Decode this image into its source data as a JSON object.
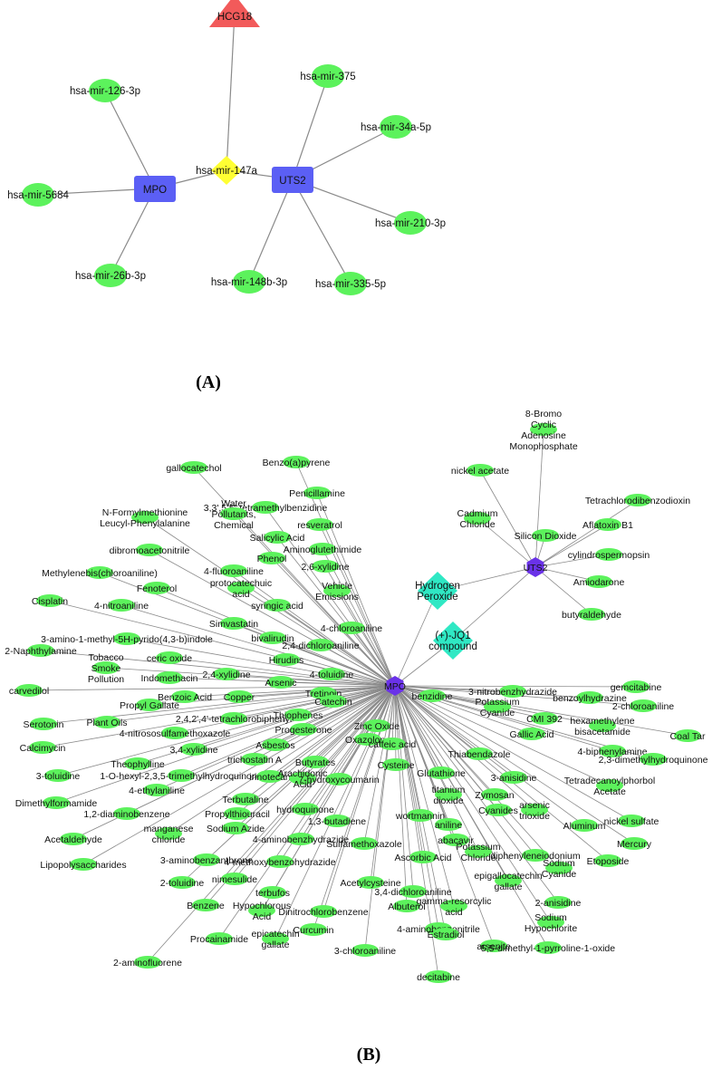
{
  "colors": {
    "gene": "#5b5ff5",
    "mirna": "#5cf25c",
    "hub_mirna": "#ffff33",
    "disease": "#f25a5a",
    "chemical": "#5cf25c",
    "target_hex": "#6a32e8",
    "compound": "#2fe8c4",
    "edge": "#8a8a8a"
  },
  "panel_a": {
    "label": "(A)",
    "nodes": [
      {
        "id": "HCG18",
        "label": "HCG18",
        "kind": "disease"
      },
      {
        "id": "hsa-mir-147a",
        "label": "hsa-mir-147a",
        "kind": "hub_mirna"
      },
      {
        "id": "MPO",
        "label": "MPO",
        "kind": "gene"
      },
      {
        "id": "UTS2",
        "label": "UTS2",
        "kind": "gene"
      },
      {
        "id": "hsa-mir-126-3p",
        "label": "hsa-mir-126-3p",
        "kind": "mirna"
      },
      {
        "id": "hsa-mir-5684",
        "label": "hsa-mir-5684",
        "kind": "mirna"
      },
      {
        "id": "hsa-mir-26b-3p",
        "label": "hsa-mir-26b-3p",
        "kind": "mirna"
      },
      {
        "id": "hsa-mir-375",
        "label": "hsa-mir-375",
        "kind": "mirna"
      },
      {
        "id": "hsa-mir-34a-5p",
        "label": "hsa-mir-34a-5p",
        "kind": "mirna"
      },
      {
        "id": "hsa-mir-210-3p",
        "label": "hsa-mir-210-3p",
        "kind": "mirna"
      },
      {
        "id": "hsa-mir-148b-3p",
        "label": "hsa-mir-148b-3p",
        "kind": "mirna"
      },
      {
        "id": "hsa-mir-335-5p",
        "label": "hsa-mir-335-5p",
        "kind": "mirna"
      }
    ],
    "edges": [
      [
        "HCG18",
        "hsa-mir-147a"
      ],
      [
        "hsa-mir-147a",
        "MPO"
      ],
      [
        "hsa-mir-147a",
        "UTS2"
      ],
      [
        "MPO",
        "hsa-mir-126-3p"
      ],
      [
        "MPO",
        "hsa-mir-5684"
      ],
      [
        "MPO",
        "hsa-mir-26b-3p"
      ],
      [
        "UTS2",
        "hsa-mir-375"
      ],
      [
        "UTS2",
        "hsa-mir-34a-5p"
      ],
      [
        "UTS2",
        "hsa-mir-210-3p"
      ],
      [
        "UTS2",
        "hsa-mir-148b-3p"
      ],
      [
        "UTS2",
        "hsa-mir-335-5p"
      ]
    ]
  },
  "panel_b": {
    "label": "(B)",
    "hub_mpo": "MPO",
    "hub_uts2": "UTS2",
    "compounds": [
      "Hydrogen Peroxide",
      "(+)-JQ1 compound"
    ],
    "uts2_chemicals": [
      "nickel acetate",
      "8-Bromo Cyclic Adenosine Monophosphate",
      "Tetrachlorodibenzodioxin",
      "Cadmium Chloride",
      "Silicon Dioxide",
      "Aflatoxin B1",
      "cylindrospermopsin",
      "Amiodarone",
      "butyraldehyde"
    ],
    "mpo_chemicals": [
      "gallocatechol",
      "Benzo(a)pyrene",
      "Penicillamine",
      "3,3',5,5'-tetramethylbenzidine",
      "N-Formylmethionine Leucyl-Phenylalanine",
      "Water Pollutants, Chemical",
      "resveratrol",
      "Salicylic Acid",
      "dibromoacetonitrile",
      "Aminoglutethimide",
      "Methylenebis(chloroaniline)",
      "4-fluoroaniline",
      "2,6-xylidine",
      "Phenol",
      "Fenoterol",
      "protocatechuic acid",
      "Vehicle Emissions",
      "Cisplatin",
      "4-nitroaniline",
      "syringic acid",
      "Simvastatin",
      "4-chloroaniline",
      "3-amino-1-methyl-5H-pyrido(4,3-b)indole",
      "bivalirudin",
      "2,4-dichloroaniline",
      "2-Naphthylamine",
      "ceric oxide",
      "Hirudins",
      "Tobacco Smoke Pollution",
      "2,4-xylidine",
      "4-toluidine",
      "Indomethacin",
      "Arsenic",
      "carvedilol",
      "Benzoic Acid",
      "Copper",
      "Tretinoin",
      "Propyl Gallate",
      "Catechin",
      "Serotonin",
      "Plant Oils",
      "2,4,2',4'-tetrachlorobiphenyl",
      "Thiophenes",
      "4-nitrososulfamethoxazole",
      "Progesterone",
      "Calcimycin",
      "Asbestos",
      "Zinc Oxide",
      "3,4-xylidine",
      "Oxazolone",
      "trichostatin A",
      "Butyrates",
      "caffeic acid",
      "Theophylline",
      "1-O-hexyl-2,3,5-trimethylhydroquinone",
      "3-toluidine",
      "Cysteine",
      "irinotecan",
      "Arachidonic Acid",
      "4-ethylaniline",
      "7-hydroxycoumarin",
      "Terbutaline",
      "Dimethylformamide",
      "Propylthiouracil",
      "hydroquinone",
      "1,2-diaminobenzene",
      "manganese chloride",
      "Sodium Azide",
      "1,3-butadiene",
      "Acetaldehyde",
      "wortmannin",
      "4-aminobenzhydrazide",
      "3-aminobenzanthrone",
      "Sulfamethoxazole",
      "Lipopolysaccharides",
      "4-methoxybenzohydrazide",
      "2-toluidine",
      "nimesulide",
      "Acetylcysteine",
      "Benzene",
      "terbufos",
      "Hypochlorous Acid",
      "Dinitrochlorobenzene",
      "Procainamide",
      "epicatechin gallate",
      "Curcumin",
      "2-aminofluorene",
      "3-chloroaniline",
      "Albuterol",
      "4-aminobenzonitrile",
      "decitabine",
      "benzidine",
      "3-nitrobenzhydrazide",
      "gemcitabine",
      "benzoylhydrazine",
      "2-chloroaniline",
      "Potassium Cyanide",
      "CMI 392",
      "hexamethylene bisacetamide",
      "Coal Tar",
      "Gallic Acid",
      "Thiabendazole",
      "Glutathione",
      "4-biphenylamine",
      "2,3-dimethylhydroquinone",
      "3-anisidine",
      "titanium dioxide",
      "Tetradecanoylphorbol Acetate",
      "Zymosan",
      "Cyanides",
      "arsenic trioxide",
      "nickel sulfate",
      "Aluminum",
      "Mercury",
      "aniline",
      "abacavir",
      "Potassium Chloride",
      "diphenyleneiodonium",
      "Ascorbic Acid",
      "Etoposide",
      "Sodium Cyanide",
      "epigallocatechin gallate",
      "2-anisidine",
      "3,4-dichloroaniline",
      "gamma-resorcylic acid",
      "Sodium Hypochlorite",
      "Estradiol",
      "arsenite",
      "5,5-dimethyl-1-pyrroline-1-oxide"
    ]
  }
}
